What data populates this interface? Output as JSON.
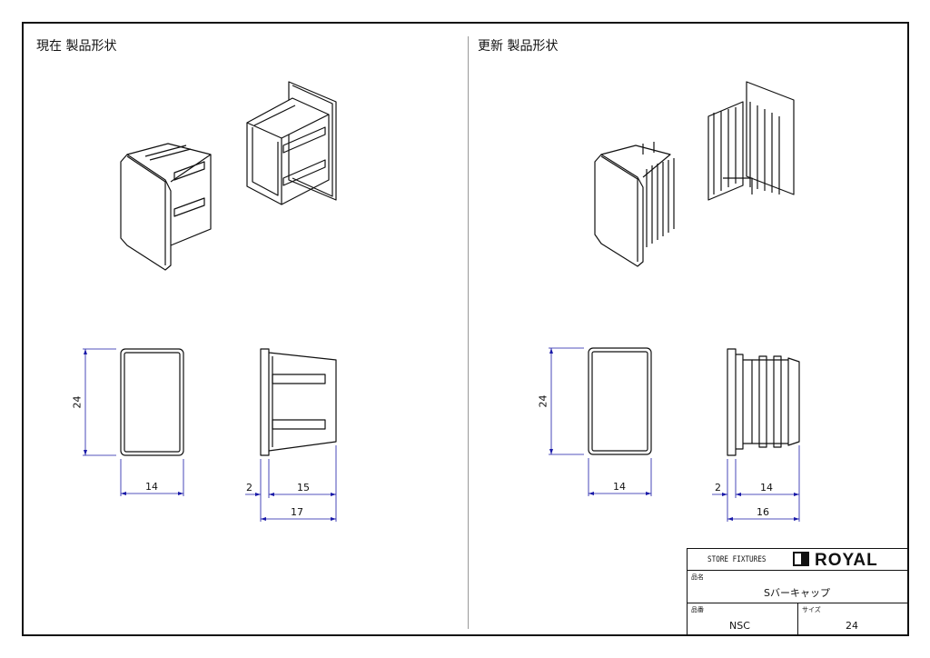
{
  "sections": {
    "current": {
      "title": "現在 製品形状"
    },
    "updated": {
      "title": "更新 製品形状"
    }
  },
  "dimensions": {
    "current": {
      "height": "24",
      "width": "14",
      "flange": "2",
      "insert": "15",
      "total": "17"
    },
    "updated": {
      "height": "24",
      "width": "14",
      "flange": "2",
      "insert": "14",
      "total": "16"
    }
  },
  "title_block": {
    "category": "STORE FIXTURES",
    "brand": "ROYAL",
    "name_label": "品名",
    "name_value": "Sバーキャップ",
    "code_label": "品番",
    "code_value": "NSC",
    "size_label": "サイズ",
    "size_value": "24"
  }
}
